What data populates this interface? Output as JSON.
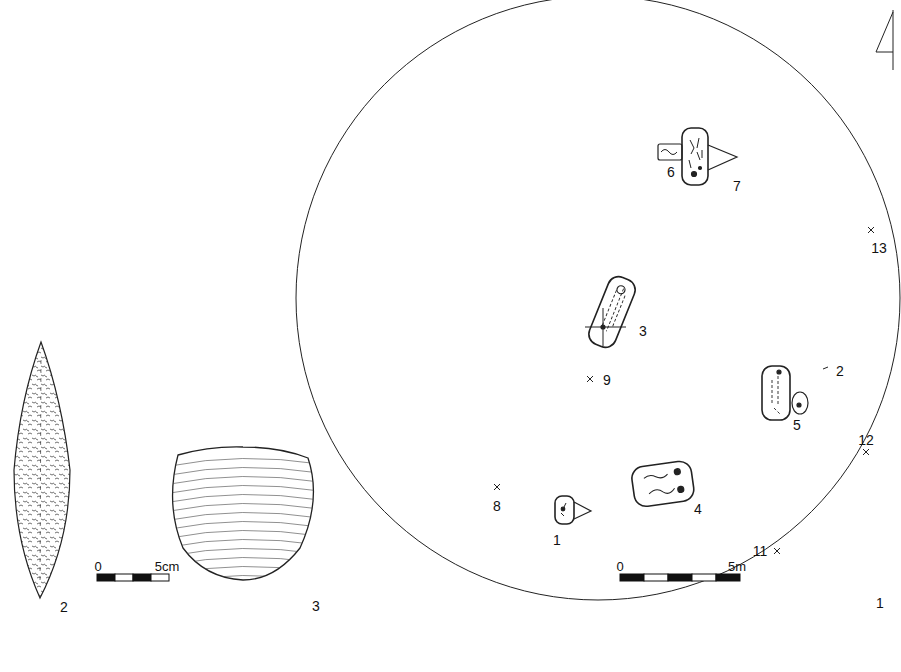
{
  "diagram": {
    "labels": [
      "6",
      "7",
      "13",
      "3",
      "9",
      "2",
      "5",
      "12",
      "8",
      "1",
      "4",
      "11",
      "1",
      "2",
      "3",
      "0",
      "5cm",
      "0",
      "5m"
    ]
  }
}
